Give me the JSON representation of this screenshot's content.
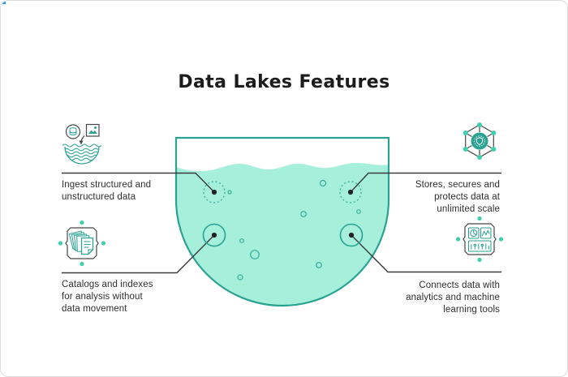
{
  "title": "Data Lakes Features",
  "features": {
    "ingest": {
      "icon": "ingest-data-icon",
      "lines": [
        "Ingest structured and",
        "unstructured data"
      ]
    },
    "stores": {
      "icon": "security-hexagon-icon",
      "lines": [
        "Stores, secures and",
        "protects data at",
        "unlimited scale"
      ]
    },
    "catalogs": {
      "icon": "catalog-stack-icon",
      "lines": [
        "Catalogs and indexes",
        "for analysis without",
        "data movement"
      ]
    },
    "connects": {
      "icon": "analytics-charts-icon",
      "lines": [
        "Connects data with",
        "analytics and machine",
        "learning tools"
      ]
    }
  },
  "colors": {
    "teal": "#2aa292",
    "water": "#a6f0db",
    "mint-dot": "#3ecfae",
    "ink": "#1c1c1c",
    "text": "#2e2e2e",
    "line": "#3a3a3a",
    "icon-stroke": "#474747",
    "border": "#dcdcdc",
    "bubble": "#35ab9a",
    "artifact": "#2a9df4"
  }
}
